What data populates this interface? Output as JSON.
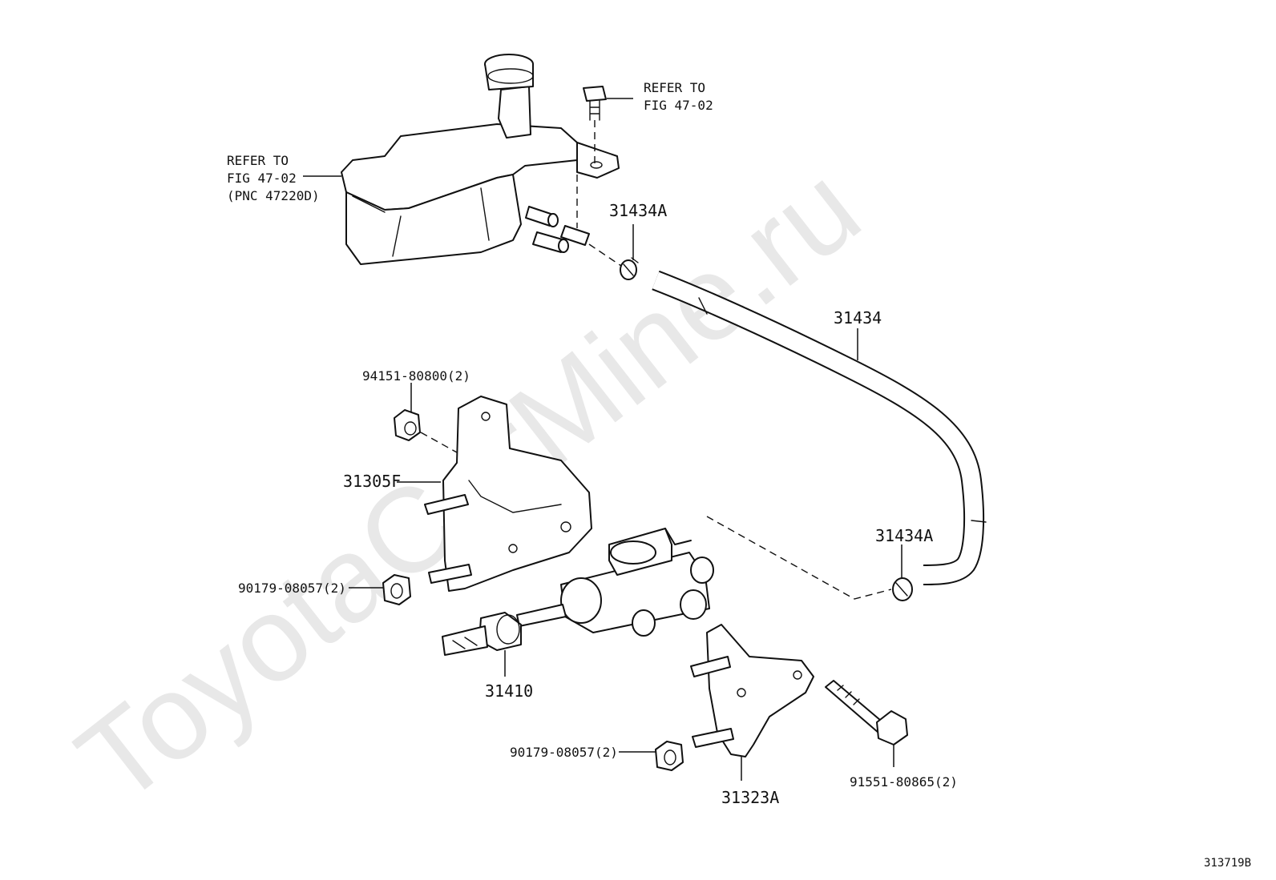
{
  "watermark": "ToyotaCarMine.ru",
  "diagram_code": "313719B",
  "refer_notes": {
    "top_right": {
      "line1": "REFER TO",
      "line2": "FIG 47-02"
    },
    "left": {
      "line1": "REFER TO",
      "line2": "FIG 47-02",
      "line3": "(PNC 47220D)"
    }
  },
  "callouts": {
    "clamp_upper": "31434A",
    "hose": "31434",
    "nut_upper": "94151-80800(2)",
    "bracket_upper": "31305F",
    "clamp_lower": "31434A",
    "nut_left": "90179-08057(2)",
    "master_cylinder": "31410",
    "nut_lower": "90179-08057(2)",
    "bracket_lower": "31323A",
    "bolt": "91551-80865(2)"
  }
}
